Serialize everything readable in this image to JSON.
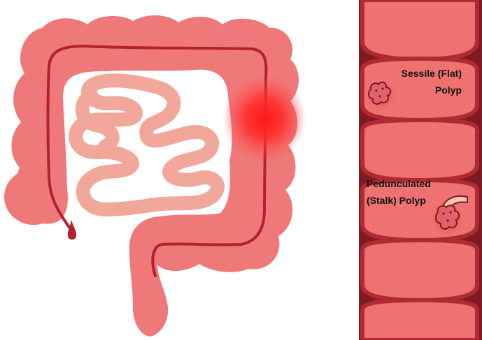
{
  "colors": {
    "colon_outer": "#ef7878",
    "colon_inner_line": "#b3202e",
    "small_intestine": "#f2a79b",
    "inflammation": "#ff2020",
    "tube_wall": "#7d1a22",
    "tube_segment": "#ee7271",
    "tube_segment_edge": "#b02a33",
    "polyp": "#e3616c",
    "stalk": "#f4c4b4",
    "label_text": "#111111"
  },
  "labels": {
    "sessile": [
      "Sessile (Flat)",
      "Polyp"
    ],
    "pedunculated": [
      "Pedunculated",
      "(Stalk) Polyp"
    ]
  },
  "icons": {
    "colon": "large-intestine-illustration",
    "small_intestine": "small-intestine-illustration",
    "inflammation": "inflammation-glow",
    "sessile_polyp": "sessile-polyp-icon",
    "pedunculated_polyp": "pedunculated-polyp-icon"
  }
}
